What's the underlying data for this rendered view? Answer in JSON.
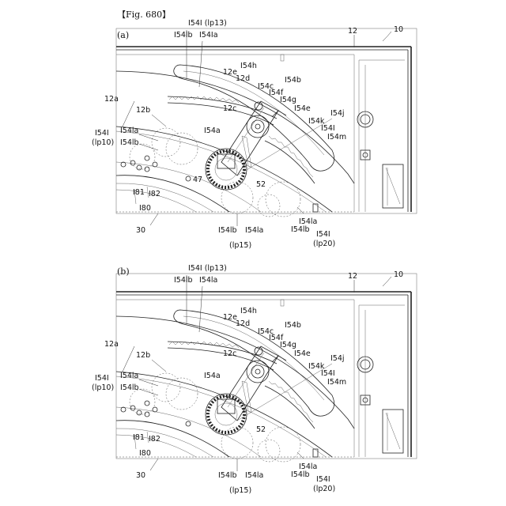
{
  "figure_label": "【Fig. 680】",
  "panels": [
    {
      "id": "a",
      "caption": "(a)",
      "labels": {
        "l154l_lp13": "I54I (lp13)",
        "l154lb_top": "I54lb",
        "l154la_top": "I54Ia",
        "l12": "12",
        "l10": "10",
        "l154h": "I54h",
        "l12e": "12e",
        "l12d": "12d",
        "l154b": "I54b",
        "l154c": "I54c",
        "l154f": "I54f",
        "l154g": "I54g",
        "l154e": "I54e",
        "l154j": "I54j",
        "l154k": "I54k",
        "l154l_r": "I54I",
        "l154m": "I54m",
        "l12a": "12a",
        "l12b": "12b",
        "l12c": "12c",
        "l154l_lp10": "I54I",
        "lp10": "(lp10)",
        "l154la_left": "I54la",
        "l154lb_left": "I54lb",
        "l154a": "I54a",
        "l47": "47",
        "l52": "52",
        "l181": "I81",
        "l182": "I82",
        "l180": "I80",
        "l30": "30",
        "l154lb_bot": "I54lb",
        "l154la_bot": "I54la",
        "lp15": "(lp15)",
        "l154la_br": "I54la",
        "l154lb_br": "I54lb",
        "l154l_lp20": "I54I",
        "lp20": "(lp20)"
      }
    },
    {
      "id": "b",
      "caption": "(b)",
      "labels": {
        "l154l_lp13": "I54I (lp13)",
        "l154lb_top": "I54lb",
        "l154la_top": "I54la",
        "l12": "12",
        "l10": "10",
        "l154h": "I54h",
        "l12e": "12e",
        "l12d": "12d",
        "l154b": "I54b",
        "l154c": "I54c",
        "l154f": "I54f",
        "l154g": "I54g",
        "l154e": "I54e",
        "l154j": "I54j",
        "l154k": "I54k",
        "l154l_r": "I54I",
        "l154m": "I54m",
        "l12a": "12a",
        "l12b": "12b",
        "l12c": "12c",
        "l154l_lp10": "I54I",
        "lp10": "(lp10)",
        "l154la_left": "I54la",
        "l154lb_left": "I54lb",
        "l154a": "I54a",
        "l47": "",
        "l52": "52",
        "l181": "I81",
        "l182": "I82",
        "l180": "I80",
        "l30": "30",
        "l154lb_bot": "I54lb",
        "l154la_bot": "I54la",
        "lp15": "(lp15)",
        "l154la_br": "I54la",
        "l154lb_br": "I54lb",
        "l154l_lp20": "I54I",
        "lp20": "(lp20)"
      }
    }
  ]
}
